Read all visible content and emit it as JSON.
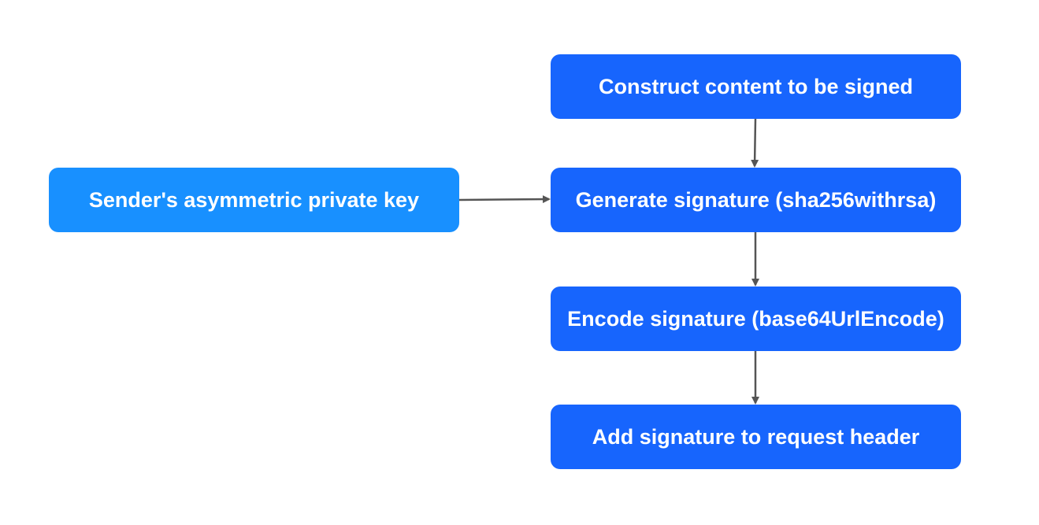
{
  "diagram": {
    "nodes": {
      "construct": "Construct content to be signed",
      "generate": "Generate signature (sha256withrsa)",
      "encode": "Encode signature (base64UrlEncode)",
      "add": "Add signature to request header",
      "key": "Sender's asymmetric private key"
    },
    "edges": [
      {
        "from": "construct",
        "to": "generate"
      },
      {
        "from": "key",
        "to": "generate"
      },
      {
        "from": "generate",
        "to": "encode"
      },
      {
        "from": "encode",
        "to": "add"
      }
    ],
    "colors": {
      "node_primary": "#1765fd",
      "node_secondary": "#1890ff",
      "connector": "#555555",
      "text": "#ffffff"
    }
  }
}
